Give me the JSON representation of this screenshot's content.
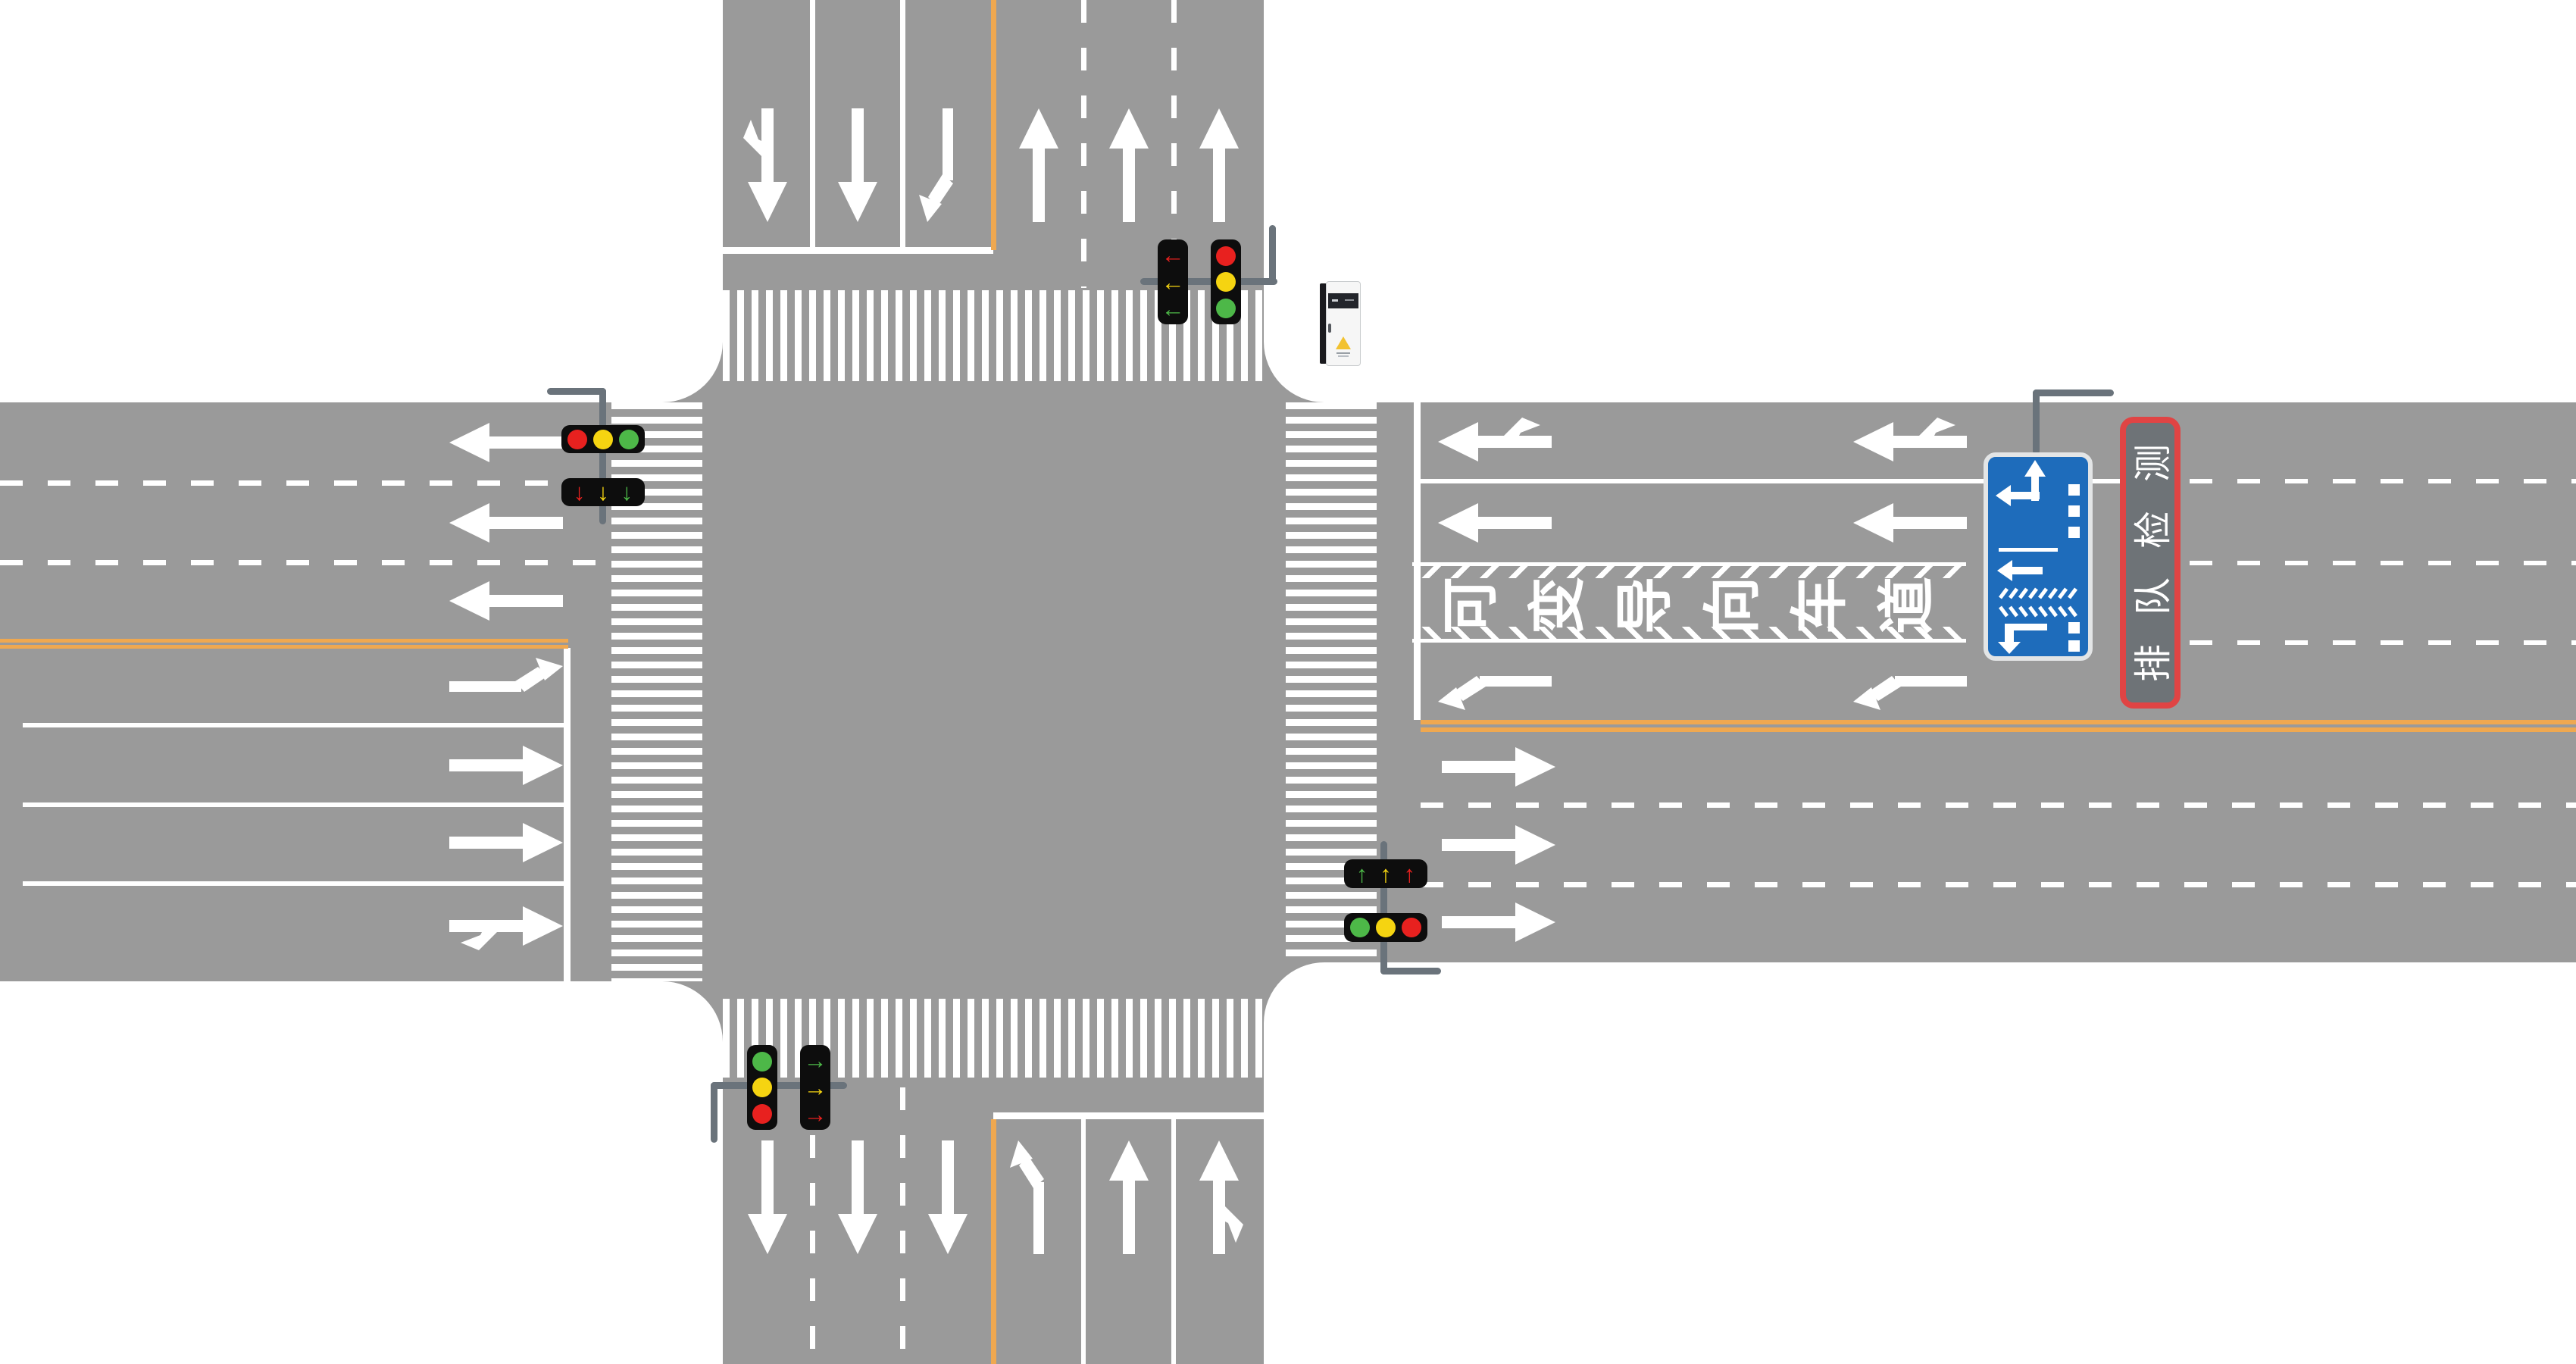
{
  "diagram": {
    "type": "signalized-intersection-top-view",
    "description": "Four-leg urban intersection with crosswalks, signal heads, variable direction lane and queue detection sign"
  },
  "pavement": {
    "variable_lane_text": "可变导向车道"
  },
  "signs": {
    "queue_detection": {
      "label": "排队检测",
      "panel_color": "#6E7377",
      "border_color": "#E04444"
    },
    "variable_lane_sign": {
      "icon": "lane-direction-sign",
      "color": "#1E6CBB",
      "rows": [
        "straight-left-arrow with dots",
        "left-arrow with dots",
        "hatched separators",
        "left-turn-hook arrow with dots"
      ]
    }
  },
  "traffic_lights": {
    "north_pole": {
      "fixtures": [
        {
          "kind": "arrow",
          "direction": "left",
          "lenses": [
            "red",
            "yellow",
            "green"
          ]
        },
        {
          "kind": "round",
          "lenses": [
            "red",
            "yellow",
            "green"
          ]
        }
      ]
    },
    "west_pole": {
      "fixtures": [
        {
          "kind": "round",
          "lenses": [
            "red",
            "yellow",
            "green"
          ]
        },
        {
          "kind": "arrow",
          "direction": "down",
          "lenses": [
            "red",
            "yellow",
            "green"
          ]
        }
      ]
    },
    "south_pole": {
      "fixtures": [
        {
          "kind": "round",
          "lenses": [
            "green",
            "yellow",
            "red"
          ]
        },
        {
          "kind": "arrow",
          "direction": "right",
          "lenses": [
            "green",
            "yellow",
            "red"
          ]
        }
      ]
    },
    "east_pole": {
      "fixtures": [
        {
          "kind": "arrow",
          "direction": "up",
          "lenses": [
            "green",
            "yellow",
            "red"
          ]
        },
        {
          "kind": "round",
          "lenses": [
            "green",
            "yellow",
            "red"
          ]
        }
      ]
    }
  },
  "lanes": {
    "east_approach_westbound": [
      "straight-right",
      "straight",
      "variable-direction",
      "left-turn"
    ],
    "west_approach_eastbound": [
      "left-turn",
      "straight",
      "straight",
      "straight-right"
    ],
    "north_approach_southbound": [
      "straight-right",
      "straight",
      "left-turn"
    ],
    "south_approach_northbound": [
      "left-turn",
      "straight",
      "straight-right"
    ],
    "exit_lane_counts": {
      "north": 3,
      "south": 3,
      "east": 3,
      "west": 3
    }
  },
  "equipment": {
    "cabinet": {
      "name": "signal-control-cabinet",
      "sticker": "warning-triangle"
    }
  },
  "colors": {
    "road": "#9A9A9A",
    "marking_white": "#FFFFFF",
    "center_line_orange": "#EFA850",
    "pole_gray": "#6A737B",
    "signal_housing": "#0D0D0D",
    "signal_red": "#E8211F",
    "signal_yellow": "#F5D411",
    "signal_green": "#4DB848",
    "sign_blue": "#1E6CBB",
    "sign_border_red": "#E04444",
    "sign_panel_gray": "#6E7377"
  }
}
